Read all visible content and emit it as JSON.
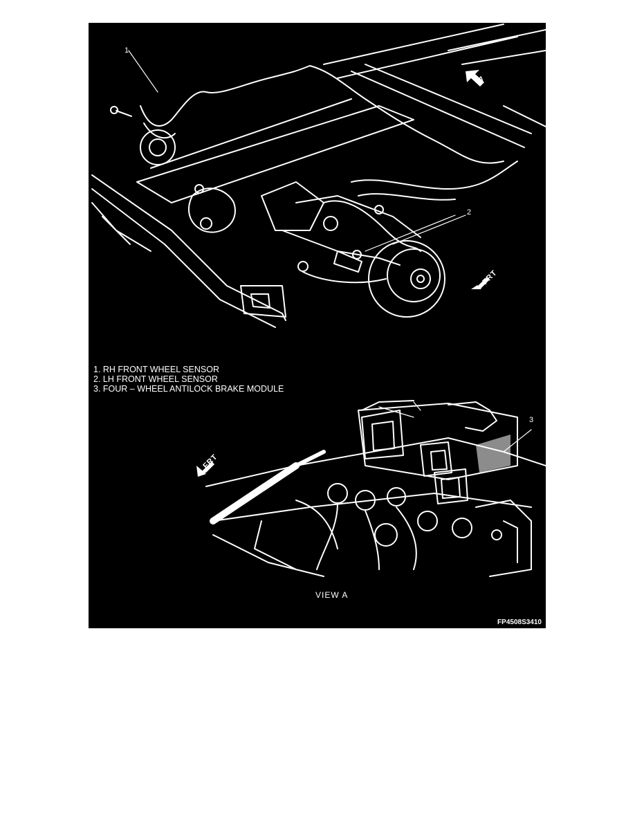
{
  "figure": {
    "callouts": [
      "1",
      "2",
      "3"
    ],
    "direction_labels": {
      "front_top": "FRT",
      "front_bottom": "FRT",
      "view_arrow": "A"
    },
    "legend": [
      "1. RH FRONT WHEEL SENSOR",
      "2. LH FRONT WHEEL SENSOR",
      "3. FOUR – WHEEL ANTILOCK BRAKE MODULE"
    ],
    "view_label": "VIEW  A",
    "figure_code": "FP4508S3410"
  },
  "colors": {
    "background": "#000000",
    "line_art": "#ffffff",
    "page": "#ffffff"
  }
}
